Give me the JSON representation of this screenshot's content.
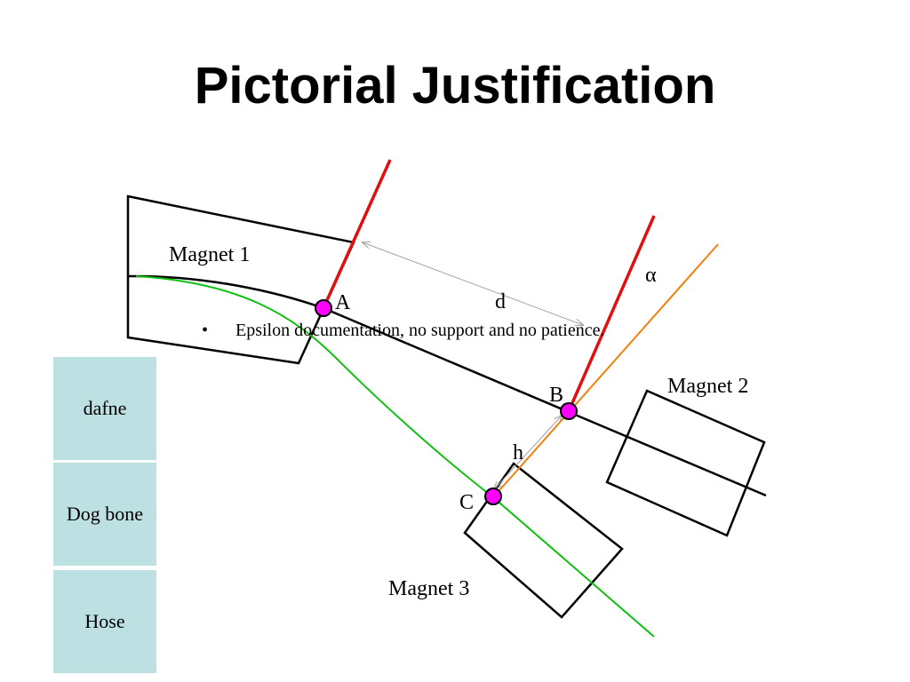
{
  "title": "Pictorial Justification",
  "labels": {
    "magnet1": "Magnet 1",
    "magnet2": "Magnet 2",
    "magnet3": "Magnet 3",
    "point_a": "A",
    "point_b": "B",
    "point_c": "C",
    "distance_d": "d",
    "distance_h": "h",
    "angle_alpha": "α"
  },
  "bullet": {
    "marker": "•",
    "text": "Epsilon documentation, no support and no patience."
  },
  "side_boxes": [
    {
      "label": "dafne"
    },
    {
      "label": "Dog bone"
    },
    {
      "label": "Hose"
    }
  ],
  "colors": {
    "point_fill": "#ff00ff",
    "beam_red": "#e01010",
    "beam_orange": "#f08010",
    "trajectory_green": "#10c010",
    "side_box_fill": "#bde0e3",
    "outline": "#000000",
    "dimension_line": "#a0a0a0"
  }
}
